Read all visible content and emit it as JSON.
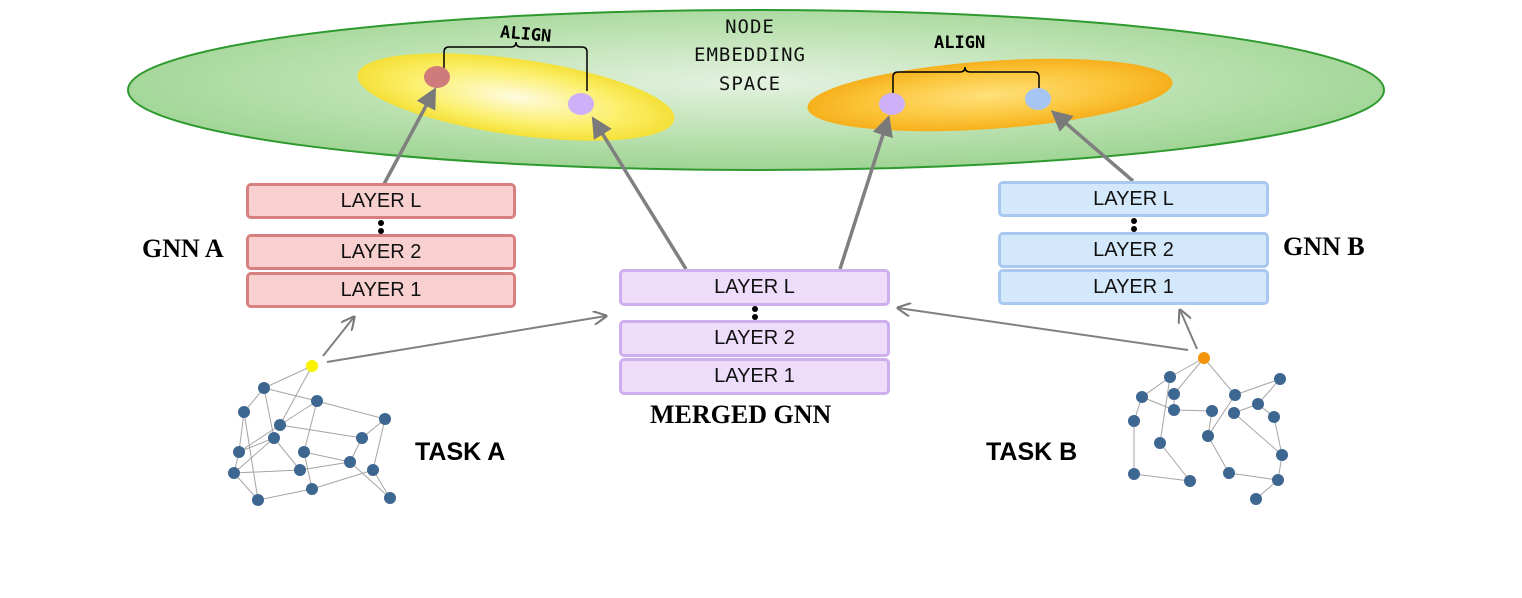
{
  "embedding_space": {
    "lines": [
      "NODE",
      "EMBEDDING",
      "SPACE"
    ]
  },
  "align_label_left": "ALIGN",
  "align_label_right": "ALIGN",
  "gnn_a": {
    "title": "GNN A",
    "layers": [
      "LAYER L",
      "LAYER 2",
      "LAYER 1"
    ]
  },
  "gnn_b": {
    "title": "GNN B",
    "layers": [
      "LAYER L",
      "LAYER 2",
      "LAYER 1"
    ]
  },
  "merged": {
    "title": "MERGED GNN",
    "layers": [
      "LAYER L",
      "LAYER 2",
      "LAYER 1"
    ]
  },
  "task_a": "TASK A",
  "task_b": "TASK B",
  "colors": {
    "embedding_fill": "#a8d8a0",
    "embedding_border": "#2e9a2e",
    "align_left": "#f6e74a",
    "align_right": "#f6b11e",
    "node_a": "#d07b7b",
    "node_merged": "#cdb0f7",
    "node_b": "#a6c5f3",
    "graph_node": "#3d6690",
    "highlight_a": "#f9f200",
    "highlight_b": "#f2950a"
  }
}
